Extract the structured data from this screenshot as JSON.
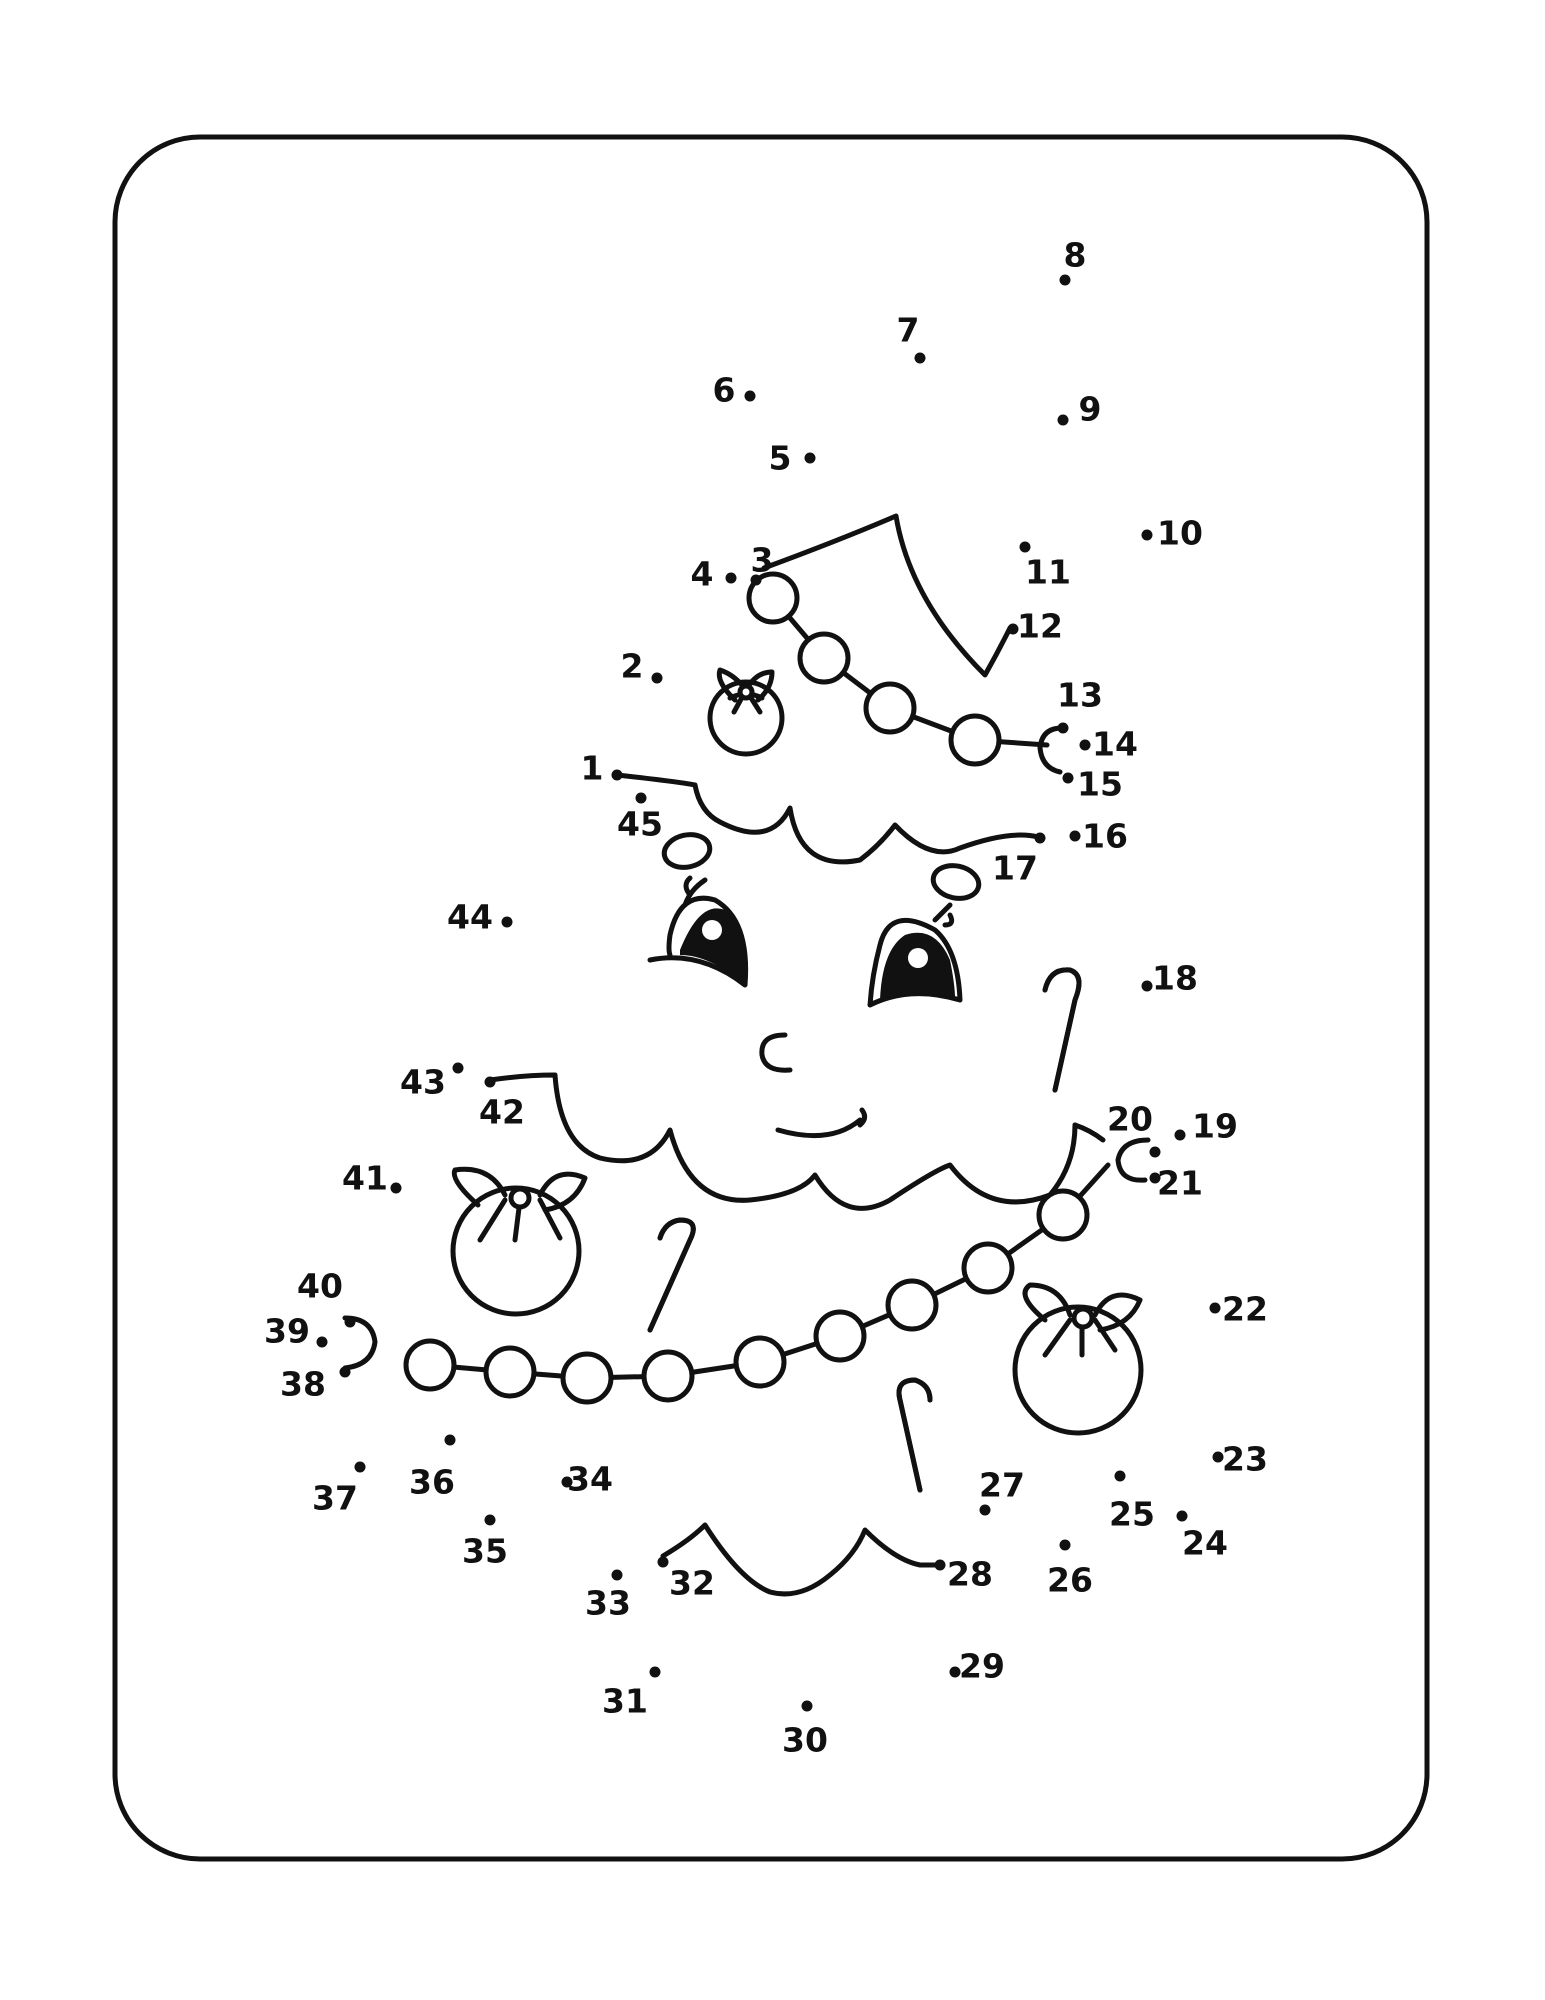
{
  "page": {
    "background_color": "#ffffff",
    "ink_color": "#111111"
  },
  "puzzle": {
    "dot_labels": [
      "1",
      "2",
      "3",
      "4",
      "5",
      "6",
      "7",
      "8",
      "9",
      "10",
      "11",
      "12",
      "13",
      "14",
      "15",
      "16",
      "17",
      "18",
      "19",
      "20",
      "21",
      "22",
      "23",
      "24",
      "25",
      "26",
      "27",
      "28",
      "29",
      "30",
      "31",
      "32",
      "33",
      "34",
      "35",
      "36",
      "37",
      "38",
      "39",
      "40",
      "41",
      "42",
      "43",
      "44",
      "45"
    ]
  },
  "decorations": {
    "icons": [
      "christmas-tree-outline-icon",
      "eye-icon",
      "nose-icon",
      "smile-icon",
      "bauble-icon",
      "candy-cane-icon",
      "bead-garland-icon"
    ]
  }
}
